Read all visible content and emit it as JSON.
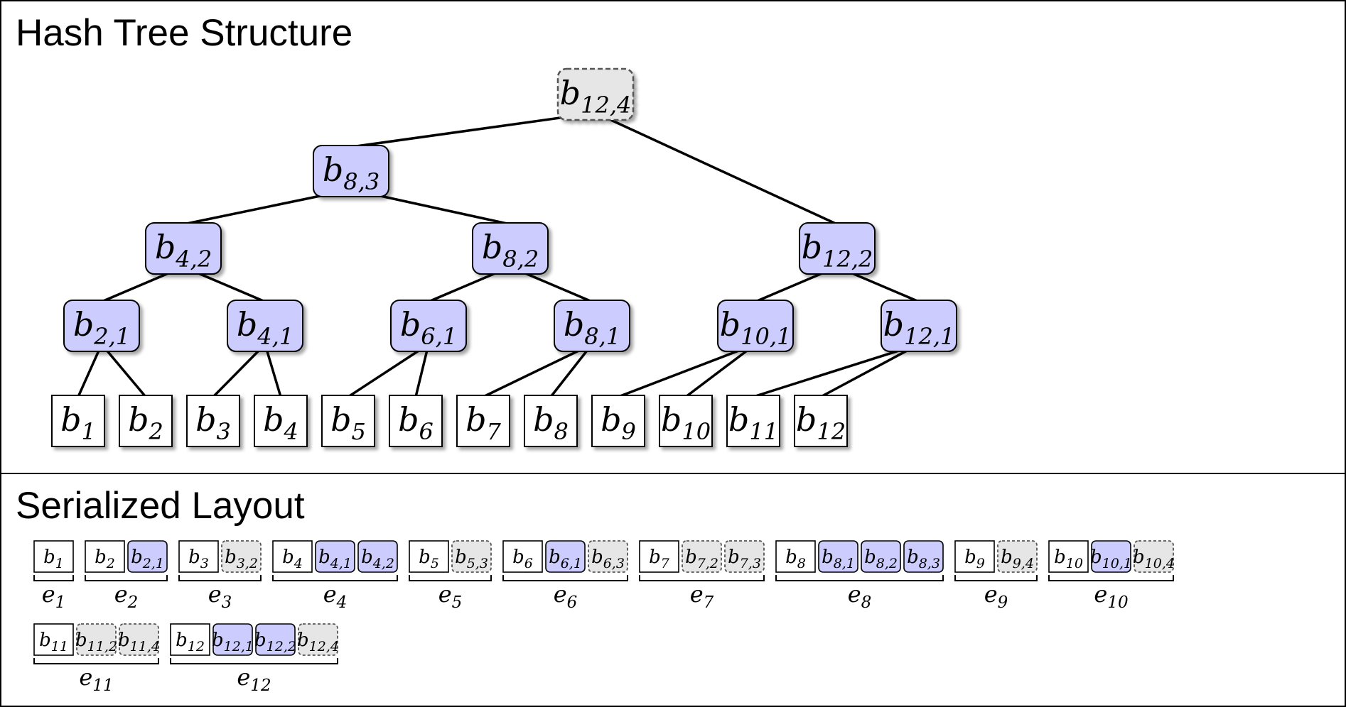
{
  "sections": [
    {
      "id": "tree",
      "title": "Hash Tree Structure"
    },
    {
      "id": "layout",
      "title": "Serialized Layout"
    }
  ],
  "colors": {
    "leaf_fill": "#ffffff",
    "internal_fill": "#ccccff",
    "missing_fill": "#e6e6e6",
    "stroke": "#000000",
    "missing_stroke": "#555555"
  },
  "tree": {
    "nodes": [
      {
        "id": "b12_4",
        "base": "b",
        "sub": "12,4",
        "kind": "missing"
      },
      {
        "id": "b8_3",
        "base": "b",
        "sub": "8,3",
        "kind": "internal"
      },
      {
        "id": "b12_2",
        "base": "b",
        "sub": "12,2",
        "kind": "internal"
      },
      {
        "id": "b4_2",
        "base": "b",
        "sub": "4,2",
        "kind": "internal"
      },
      {
        "id": "b8_2",
        "base": "b",
        "sub": "8,2",
        "kind": "internal"
      },
      {
        "id": "b2_1",
        "base": "b",
        "sub": "2,1",
        "kind": "internal"
      },
      {
        "id": "b4_1",
        "base": "b",
        "sub": "4,1",
        "kind": "internal"
      },
      {
        "id": "b6_1",
        "base": "b",
        "sub": "6,1",
        "kind": "internal"
      },
      {
        "id": "b8_1",
        "base": "b",
        "sub": "8,1",
        "kind": "internal"
      },
      {
        "id": "b10_1",
        "base": "b",
        "sub": "10,1",
        "kind": "internal"
      },
      {
        "id": "b12_1",
        "base": "b",
        "sub": "12,1",
        "kind": "internal"
      },
      {
        "id": "b1",
        "base": "b",
        "sub": "1",
        "kind": "leaf"
      },
      {
        "id": "b2",
        "base": "b",
        "sub": "2",
        "kind": "leaf"
      },
      {
        "id": "b3",
        "base": "b",
        "sub": "3",
        "kind": "leaf"
      },
      {
        "id": "b4",
        "base": "b",
        "sub": "4",
        "kind": "leaf"
      },
      {
        "id": "b5",
        "base": "b",
        "sub": "5",
        "kind": "leaf"
      },
      {
        "id": "b6",
        "base": "b",
        "sub": "6",
        "kind": "leaf"
      },
      {
        "id": "b7",
        "base": "b",
        "sub": "7",
        "kind": "leaf"
      },
      {
        "id": "b8",
        "base": "b",
        "sub": "8",
        "kind": "leaf"
      },
      {
        "id": "b9",
        "base": "b",
        "sub": "9",
        "kind": "leaf"
      },
      {
        "id": "b10",
        "base": "b",
        "sub": "10",
        "kind": "leaf"
      },
      {
        "id": "b11",
        "base": "b",
        "sub": "11",
        "kind": "leaf"
      },
      {
        "id": "b12",
        "base": "b",
        "sub": "12",
        "kind": "leaf"
      }
    ],
    "edges": [
      [
        "b12_4",
        "b8_3"
      ],
      [
        "b12_4",
        "b12_2"
      ],
      [
        "b8_3",
        "b4_2"
      ],
      [
        "b8_3",
        "b8_2"
      ],
      [
        "b4_2",
        "b2_1"
      ],
      [
        "b4_2",
        "b4_1"
      ],
      [
        "b8_2",
        "b6_1"
      ],
      [
        "b8_2",
        "b8_1"
      ],
      [
        "b12_2",
        "b10_1"
      ],
      [
        "b12_2",
        "b12_1"
      ],
      [
        "b2_1",
        "b1"
      ],
      [
        "b2_1",
        "b2"
      ],
      [
        "b4_1",
        "b3"
      ],
      [
        "b4_1",
        "b4"
      ],
      [
        "b6_1",
        "b5"
      ],
      [
        "b6_1",
        "b6"
      ],
      [
        "b8_1",
        "b7"
      ],
      [
        "b8_1",
        "b8"
      ],
      [
        "b10_1",
        "b9"
      ],
      [
        "b10_1",
        "b10"
      ],
      [
        "b12_1",
        "b11"
      ],
      [
        "b12_1",
        "b12"
      ]
    ]
  },
  "entries": [
    {
      "label": {
        "base": "e",
        "sub": "1"
      },
      "blocks": [
        {
          "base": "b",
          "sub": "1",
          "kind": "leaf"
        }
      ]
    },
    {
      "label": {
        "base": "e",
        "sub": "2"
      },
      "blocks": [
        {
          "base": "b",
          "sub": "2",
          "kind": "leaf"
        },
        {
          "base": "b",
          "sub": "2,1",
          "kind": "internal"
        }
      ]
    },
    {
      "label": {
        "base": "e",
        "sub": "3"
      },
      "blocks": [
        {
          "base": "b",
          "sub": "3",
          "kind": "leaf"
        },
        {
          "base": "b",
          "sub": "3,2",
          "kind": "missing"
        }
      ]
    },
    {
      "label": {
        "base": "e",
        "sub": "4"
      },
      "blocks": [
        {
          "base": "b",
          "sub": "4",
          "kind": "leaf"
        },
        {
          "base": "b",
          "sub": "4,1",
          "kind": "internal"
        },
        {
          "base": "b",
          "sub": "4,2",
          "kind": "internal"
        }
      ]
    },
    {
      "label": {
        "base": "e",
        "sub": "5"
      },
      "blocks": [
        {
          "base": "b",
          "sub": "5",
          "kind": "leaf"
        },
        {
          "base": "b",
          "sub": "5,3",
          "kind": "missing"
        }
      ]
    },
    {
      "label": {
        "base": "e",
        "sub": "6"
      },
      "blocks": [
        {
          "base": "b",
          "sub": "6",
          "kind": "leaf"
        },
        {
          "base": "b",
          "sub": "6,1",
          "kind": "internal"
        },
        {
          "base": "b",
          "sub": "6,3",
          "kind": "missing"
        }
      ]
    },
    {
      "label": {
        "base": "e",
        "sub": "7"
      },
      "blocks": [
        {
          "base": "b",
          "sub": "7",
          "kind": "leaf"
        },
        {
          "base": "b",
          "sub": "7,2",
          "kind": "missing"
        },
        {
          "base": "b",
          "sub": "7,3",
          "kind": "missing"
        }
      ]
    },
    {
      "label": {
        "base": "e",
        "sub": "8"
      },
      "blocks": [
        {
          "base": "b",
          "sub": "8",
          "kind": "leaf"
        },
        {
          "base": "b",
          "sub": "8,1",
          "kind": "internal"
        },
        {
          "base": "b",
          "sub": "8,2",
          "kind": "internal"
        },
        {
          "base": "b",
          "sub": "8,3",
          "kind": "internal"
        }
      ]
    },
    {
      "label": {
        "base": "e",
        "sub": "9"
      },
      "blocks": [
        {
          "base": "b",
          "sub": "9",
          "kind": "leaf"
        },
        {
          "base": "b",
          "sub": "9,4",
          "kind": "missing"
        }
      ]
    },
    {
      "label": {
        "base": "e",
        "sub": "10"
      },
      "blocks": [
        {
          "base": "b",
          "sub": "10",
          "kind": "leaf"
        },
        {
          "base": "b",
          "sub": "10,1",
          "kind": "internal"
        },
        {
          "base": "b",
          "sub": "10,4",
          "kind": "missing"
        }
      ]
    },
    {
      "label": {
        "base": "e",
        "sub": "11"
      },
      "blocks": [
        {
          "base": "b",
          "sub": "11",
          "kind": "leaf"
        },
        {
          "base": "b",
          "sub": "11,2",
          "kind": "missing"
        },
        {
          "base": "b",
          "sub": "11,4",
          "kind": "missing"
        }
      ]
    },
    {
      "label": {
        "base": "e",
        "sub": "12"
      },
      "blocks": [
        {
          "base": "b",
          "sub": "12",
          "kind": "leaf"
        },
        {
          "base": "b",
          "sub": "12,1",
          "kind": "internal"
        },
        {
          "base": "b",
          "sub": "12,2",
          "kind": "internal"
        },
        {
          "base": "b",
          "sub": "12,4",
          "kind": "missing"
        }
      ]
    }
  ]
}
